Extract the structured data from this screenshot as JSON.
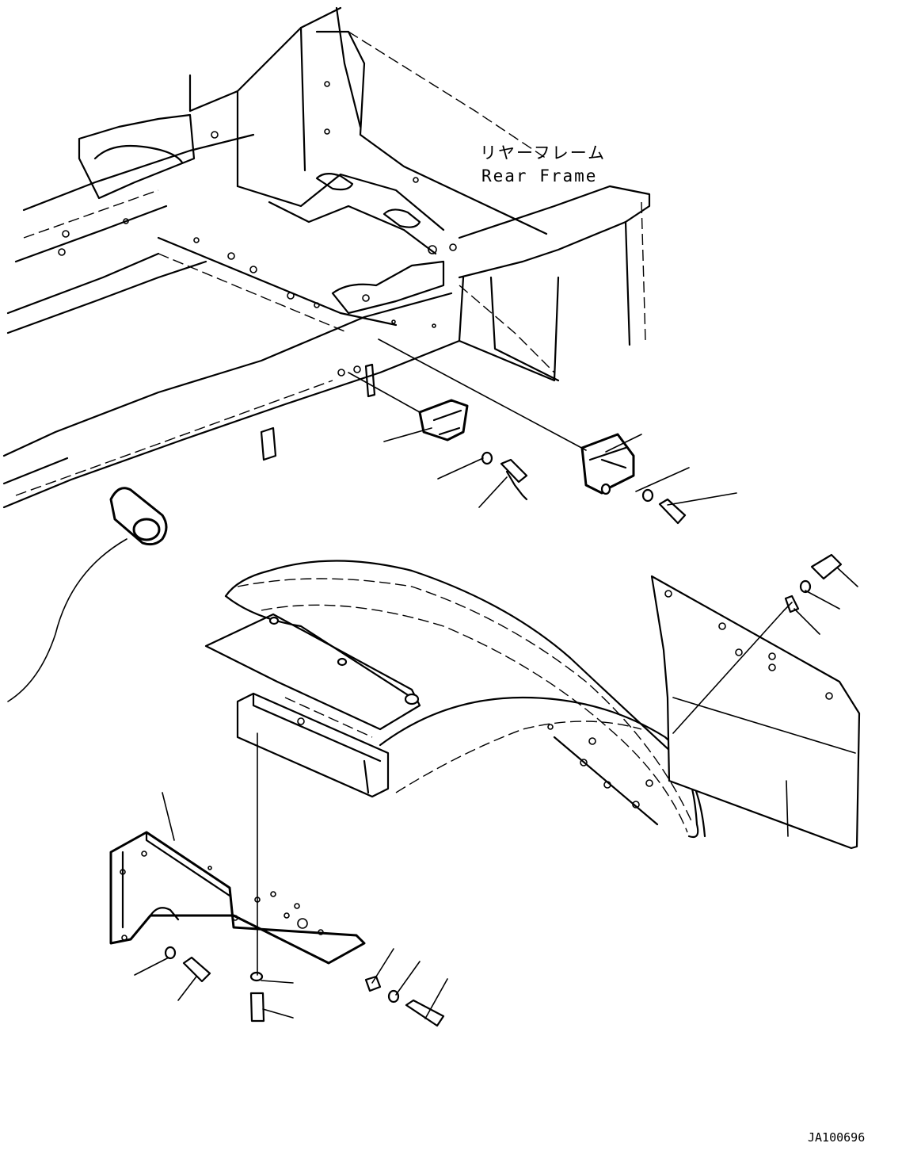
{
  "callout": {
    "jp": "リヤーフレーム",
    "en": "Rear Frame"
  },
  "drawing_code": "JA100696"
}
